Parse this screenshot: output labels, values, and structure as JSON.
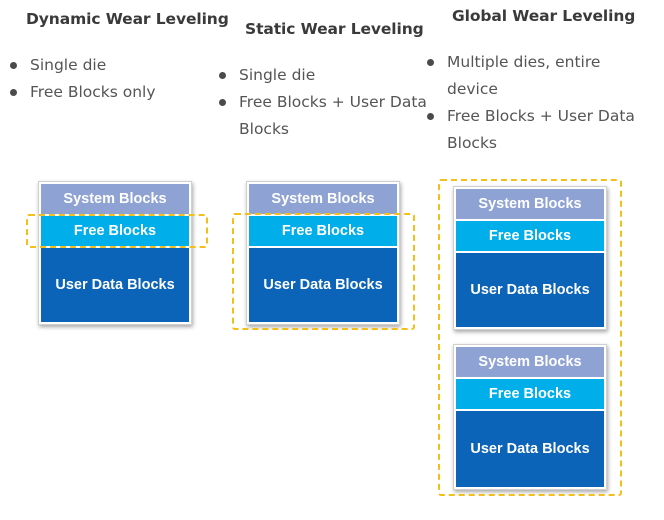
{
  "columns": [
    {
      "title": "Dynamic Wear Leveling",
      "bullets": [
        "Single die",
        "Free Blocks only"
      ],
      "stacks": [
        {
          "system": "System Blocks",
          "free": "Free Blocks",
          "user": "User Data Blocks"
        }
      ]
    },
    {
      "title": "Static Wear Leveling",
      "bullets": [
        "Single die",
        "Free Blocks + User Data Blocks"
      ],
      "stacks": [
        {
          "system": "System Blocks",
          "free": "Free Blocks",
          "user": "User Data Blocks"
        }
      ]
    },
    {
      "title": "Global Wear Leveling",
      "bullets": [
        "Multiple dies, entire device",
        "Free Blocks + User Data Blocks"
      ],
      "stacks": [
        {
          "system": "System Blocks",
          "free": "Free Blocks",
          "user": "User Data Blocks"
        },
        {
          "system": "System Blocks",
          "free": "Free Blocks",
          "user": "User Data Blocks"
        }
      ]
    }
  ],
  "colors": {
    "system_blocks": "#8ea2d4",
    "free_blocks": "#00aeea",
    "user_data_blocks": "#0c64b8",
    "highlight_dash": "#f5bf1a"
  }
}
